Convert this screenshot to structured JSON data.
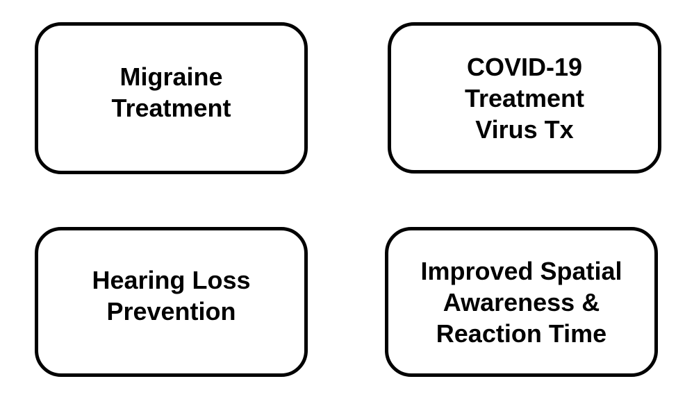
{
  "diagram": {
    "background_color": "#ffffff",
    "node_fill_color": "#ffffff",
    "node_border_color": "#000000",
    "text_color": "#000000",
    "nodes": [
      {
        "id": "migraine-treatment",
        "label": "Migraine\nTreatment"
      },
      {
        "id": "covid-19-treatment",
        "label": "COVID-19\nTreatment\nVirus Tx"
      },
      {
        "id": "hearing-loss-prevention",
        "label": "Hearing Loss\nPrevention"
      },
      {
        "id": "improved-spatial-awareness",
        "label": "Improved Spatial\nAwareness &\nReaction Time"
      }
    ]
  }
}
